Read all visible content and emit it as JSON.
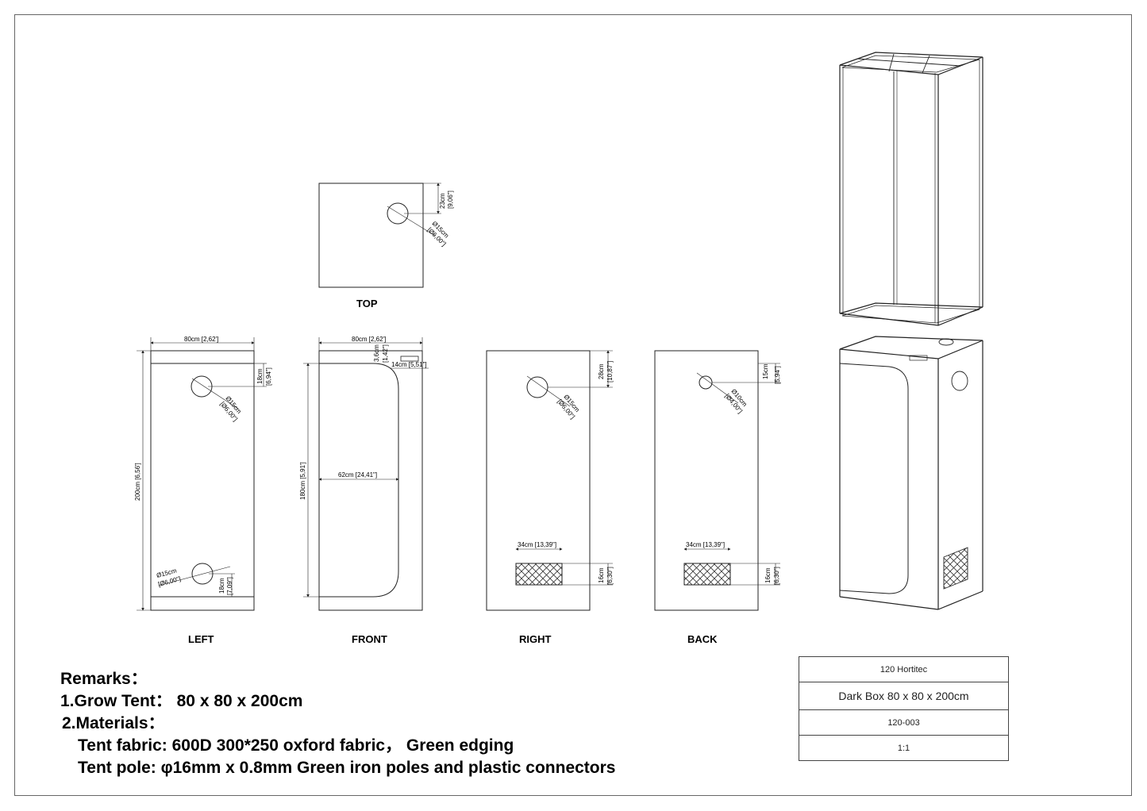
{
  "views": {
    "top": {
      "label": "TOP",
      "dim_offset": "23cm",
      "dim_offset_in": "[9,06\"]",
      "hole_diameter": "Ø15cm",
      "hole_diameter_in": "[Ø6,00\"]"
    },
    "left": {
      "label": "LEFT",
      "width": "80cm [2,62']",
      "height": "200cm [6,56']",
      "top_offset": "18cm",
      "top_offset_in": "[6,94\"]",
      "top_hole": "Ø15cm",
      "top_hole_in": "[Ø6,00\"]",
      "bottom_hole": "Ø15cm",
      "bottom_hole_in": "[Ø6,00\"]",
      "bottom_offset": "18cm",
      "bottom_offset_in": "[7,09\"]"
    },
    "front": {
      "label": "FRONT",
      "width": "80cm [2,62']",
      "height": "180cm [5,91']",
      "door_width": "62cm [24,41\"]",
      "logo_offset": "3,6cm",
      "logo_offset_in": "[1,42\"]",
      "logo_width": "14cm [5,51\"]"
    },
    "right": {
      "label": "RIGHT",
      "top_offset": "28cm",
      "top_offset_in": "[10,87\"]",
      "hole": "Ø15cm",
      "hole_in": "[Ø6,00\"]",
      "vent_width": "34cm [13,39\"]",
      "vent_height": "16cm",
      "vent_height_in": "[6,30\"]"
    },
    "back": {
      "label": "BACK",
      "top_offset": "15cm",
      "top_offset_in": "[5,94\"]",
      "hole": "Ø10cm",
      "hole_in": "[Ø4,00\"]",
      "vent_width": "34cm [13,39\"]",
      "vent_height": "16cm",
      "vent_height_in": "[6,30\"]"
    }
  },
  "remarks": {
    "heading": "Remarks：",
    "item1": "1.Grow Tent：  80 x 80 x 200cm",
    "item2": "2.Materials：",
    "fabric": "Tent fabric: 600D 300*250 oxford fabric，  Green edging",
    "pole": "Tent pole: φ16mm x 0.8mm Green iron poles and plastic connectors"
  },
  "title_block": {
    "company": "120 Hortitec",
    "product": "Dark Box 80 x 80 x 200cm",
    "code": "120-003",
    "scale": "1:1"
  },
  "colors": {
    "line": "#222222",
    "border": "#666666",
    "background": "#ffffff"
  }
}
